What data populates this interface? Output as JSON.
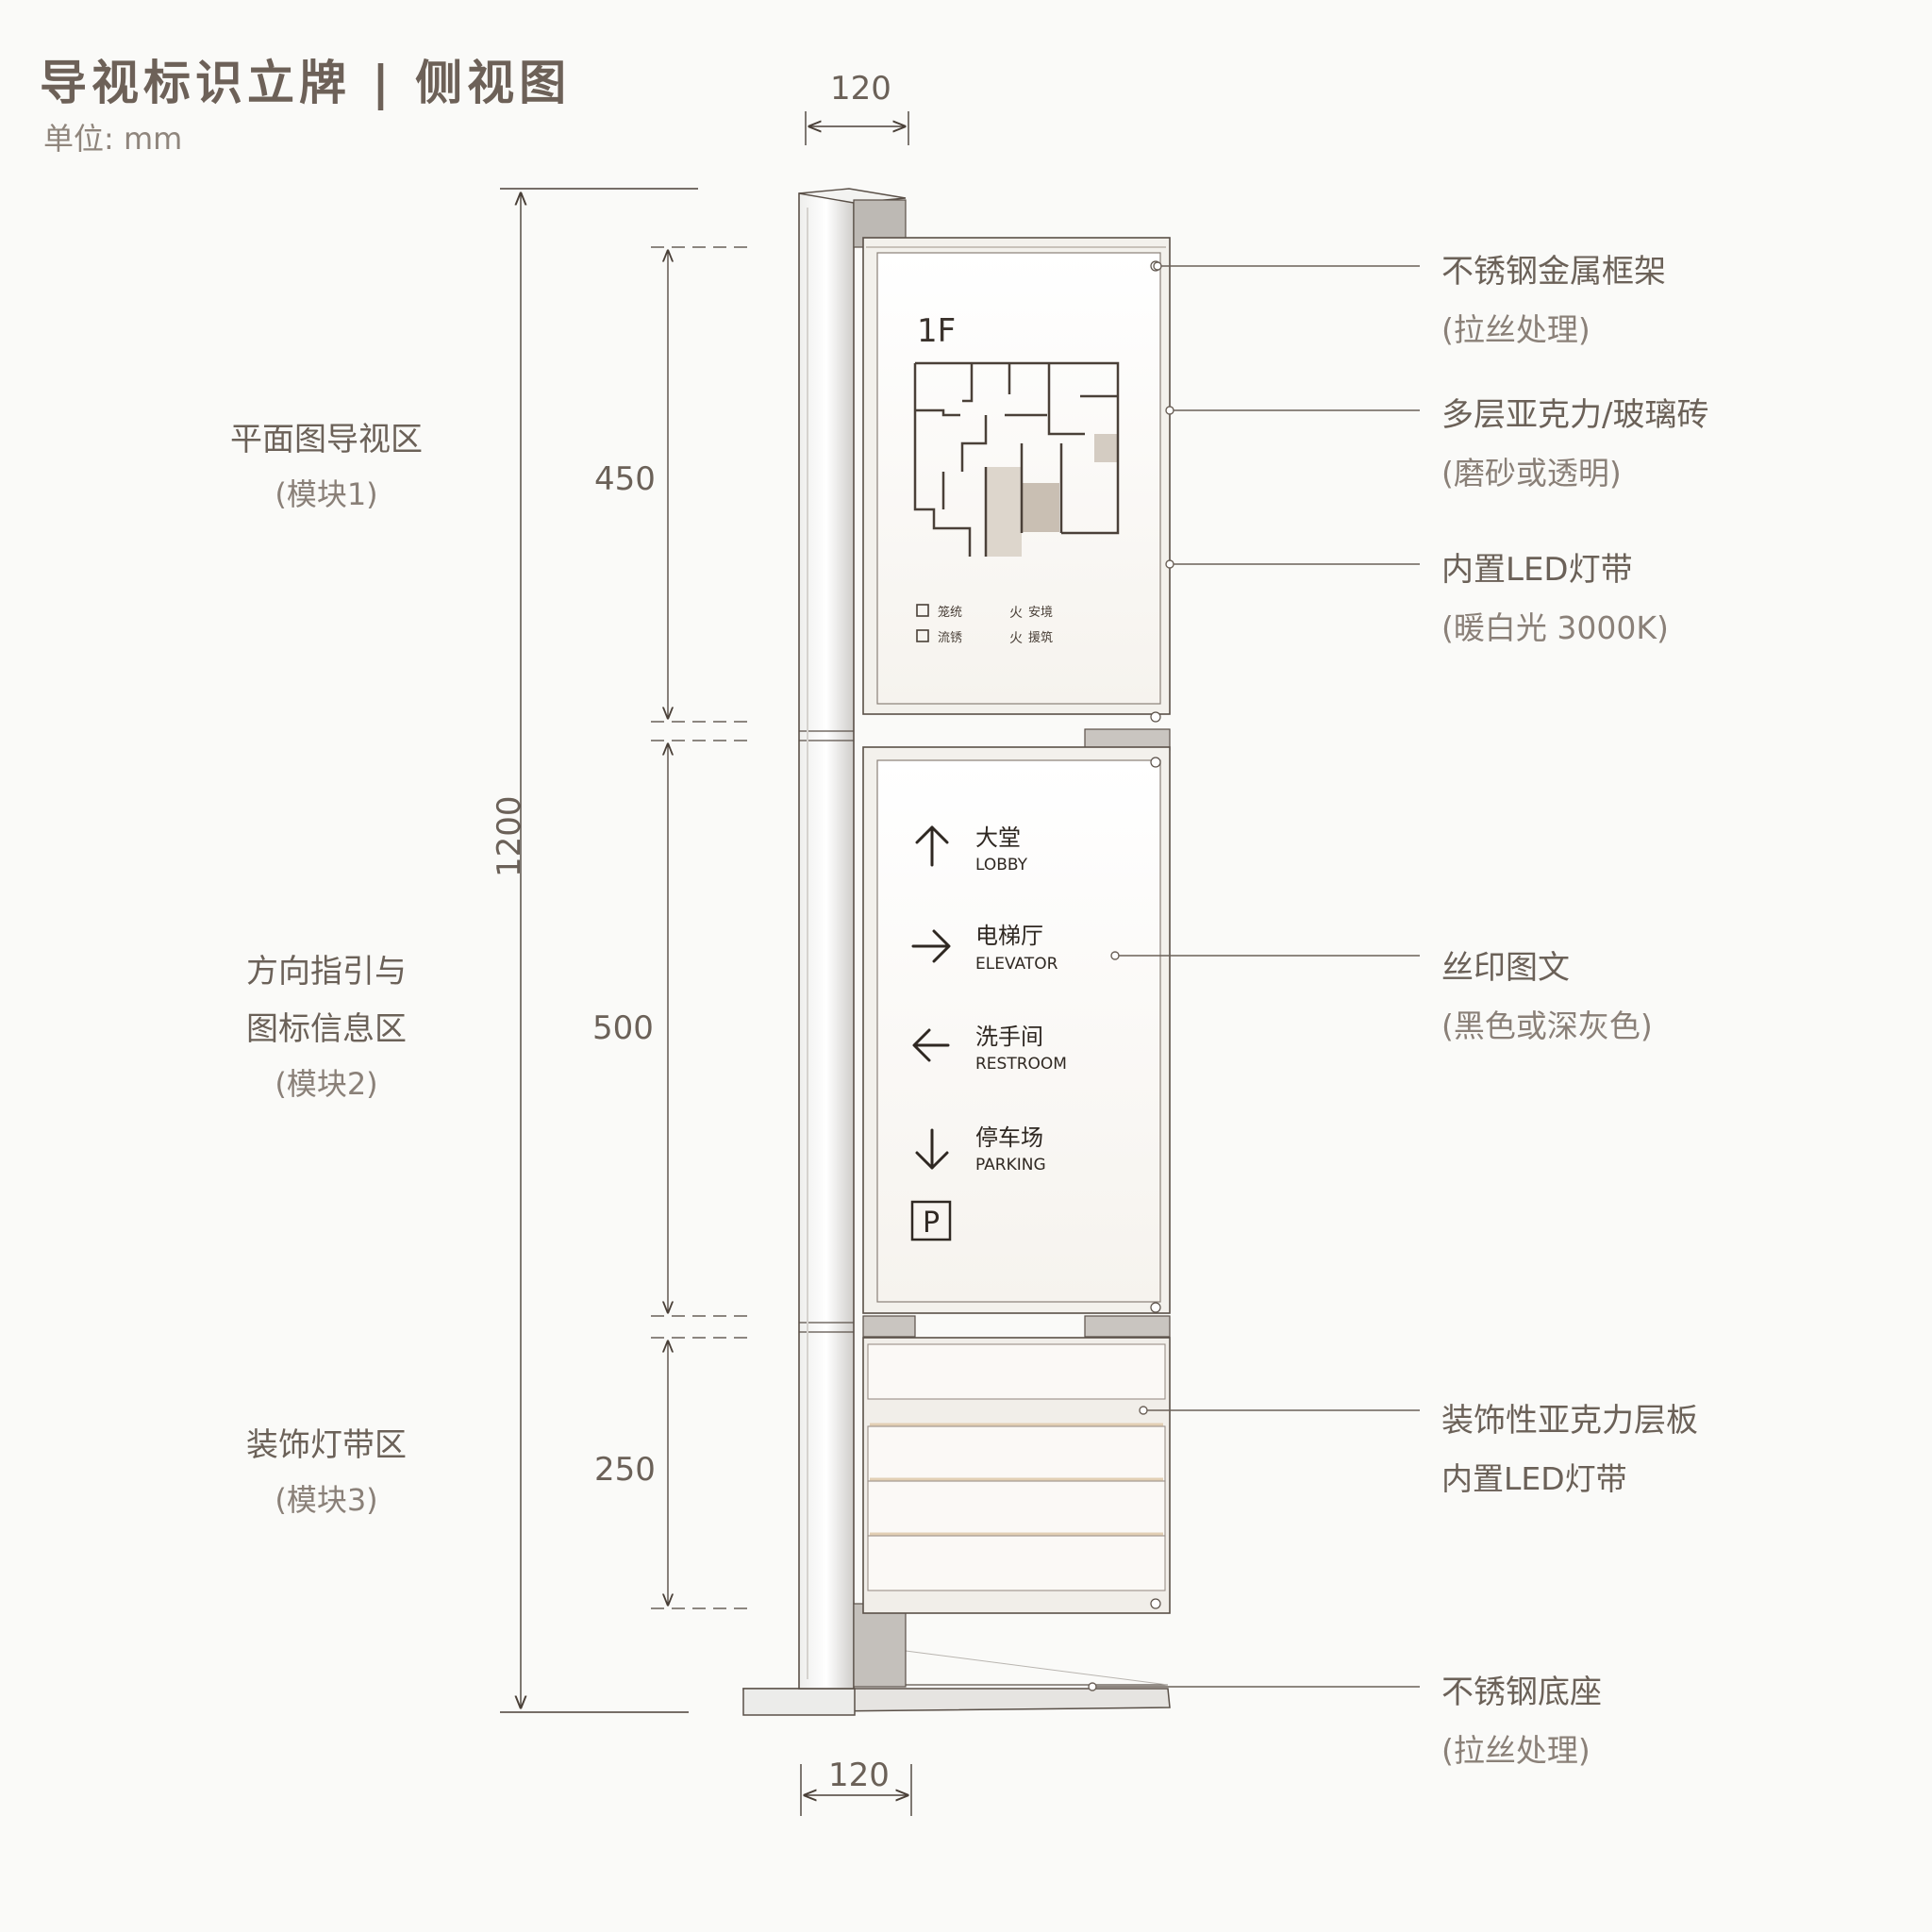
{
  "title": "导视标识立牌 | 侧视图",
  "unit": "单位: mm",
  "dimensions": {
    "top_width": "120",
    "bottom_width": "120",
    "total_height": "1200",
    "module1_height": "450",
    "module2_height": "500",
    "module3_height": "250"
  },
  "zones": [
    {
      "lines": [
        "平面图导视区"
      ],
      "module": "(模块1)"
    },
    {
      "lines": [
        "方向指引与",
        "图标信息区"
      ],
      "module": "(模块2)"
    },
    {
      "lines": [
        "装饰灯带区"
      ],
      "module": "(模块3)"
    }
  ],
  "callouts": [
    {
      "title": "不锈钢金属框架",
      "sub": "(拉丝处理)"
    },
    {
      "title": "多层亚克力/玻璃砖",
      "sub": "(磨砂或透明)"
    },
    {
      "title": "内置LED灯带",
      "sub": "(暖白光 3000K)"
    },
    {
      "title": "丝印图文",
      "sub": "(黑色或深灰色)"
    },
    {
      "title": "装饰性亚克力层板",
      "sub": "内置LED灯带"
    },
    {
      "title": "不锈钢底座",
      "sub": "(拉丝处理)"
    }
  ],
  "floor_plan": {
    "floor_label": "1F",
    "legend": [
      {
        "icon": "square",
        "label": "笼统"
      },
      {
        "icon": "fire",
        "label": "安境"
      },
      {
        "icon": "square",
        "label": "流锈"
      },
      {
        "icon": "fire",
        "label": "援筑"
      }
    ]
  },
  "directions": [
    {
      "arrow": "up",
      "cn": "大堂",
      "en": "LOBBY"
    },
    {
      "arrow": "right",
      "cn": "电梯厅",
      "en": "ELEVATOR"
    },
    {
      "arrow": "left",
      "cn": "洗手间",
      "en": "RESTROOM"
    },
    {
      "arrow": "down",
      "cn": "停车场",
      "en": "PARKING"
    }
  ],
  "parking_symbol": "P",
  "colors": {
    "background": "#fafaf8",
    "text": "#6b6158",
    "line": "#5a5048",
    "frame": "#d8d6d2",
    "panel": "#ffffff",
    "highlight": "#c9bfb3"
  }
}
